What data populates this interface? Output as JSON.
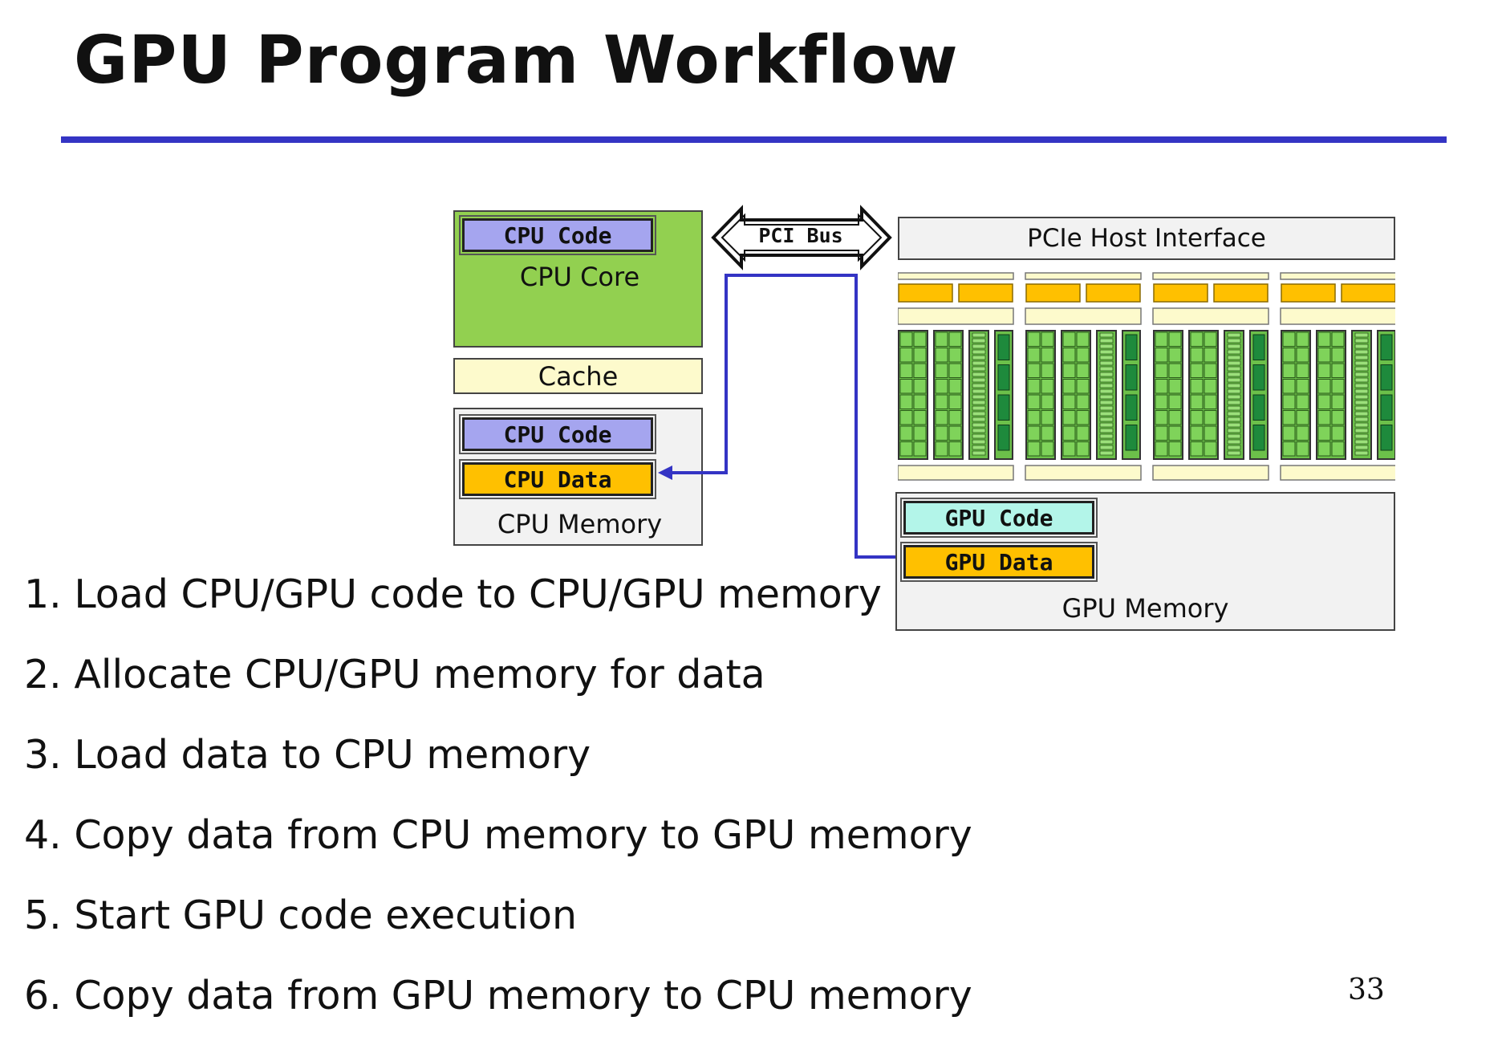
{
  "title": "GPU Program Workflow",
  "colors": {
    "title_rule": "#3434c4",
    "cpu_core": "#92d050",
    "cache": "#fdfacc",
    "memory_bg": "#f2f2f2",
    "code_box": "#a5a5ef",
    "data_box": "#ffc000",
    "gpu_code_box": "#b3f5e9",
    "arrow": "#3434c4",
    "sm_core": "#6cc04a",
    "sm_dark": "#1e8a3c"
  },
  "diagram": {
    "cpu_core": {
      "code_label": "CPU Code",
      "label": "CPU Core"
    },
    "cache": {
      "label": "Cache"
    },
    "cpu_memory": {
      "code_label": "CPU Code",
      "data_label": "CPU Data",
      "label": "CPU Memory"
    },
    "pci_bus": {
      "label": "PCI Bus"
    },
    "pcie_host_interface": {
      "label": "PCIe Host Interface"
    },
    "gpu_memory": {
      "code_label": "GPU Code",
      "data_label": "GPU Data",
      "label": "GPU Memory"
    }
  },
  "steps": [
    "1. Load CPU/GPU code to CPU/GPU memory",
    "2. Allocate CPU/GPU memory for data",
    "3. Load data to CPU memory",
    "4. Copy data from CPU memory to GPU memory",
    "5. Start GPU code execution",
    "6. Copy data from GPU memory to CPU memory"
  ],
  "page_number": "33"
}
